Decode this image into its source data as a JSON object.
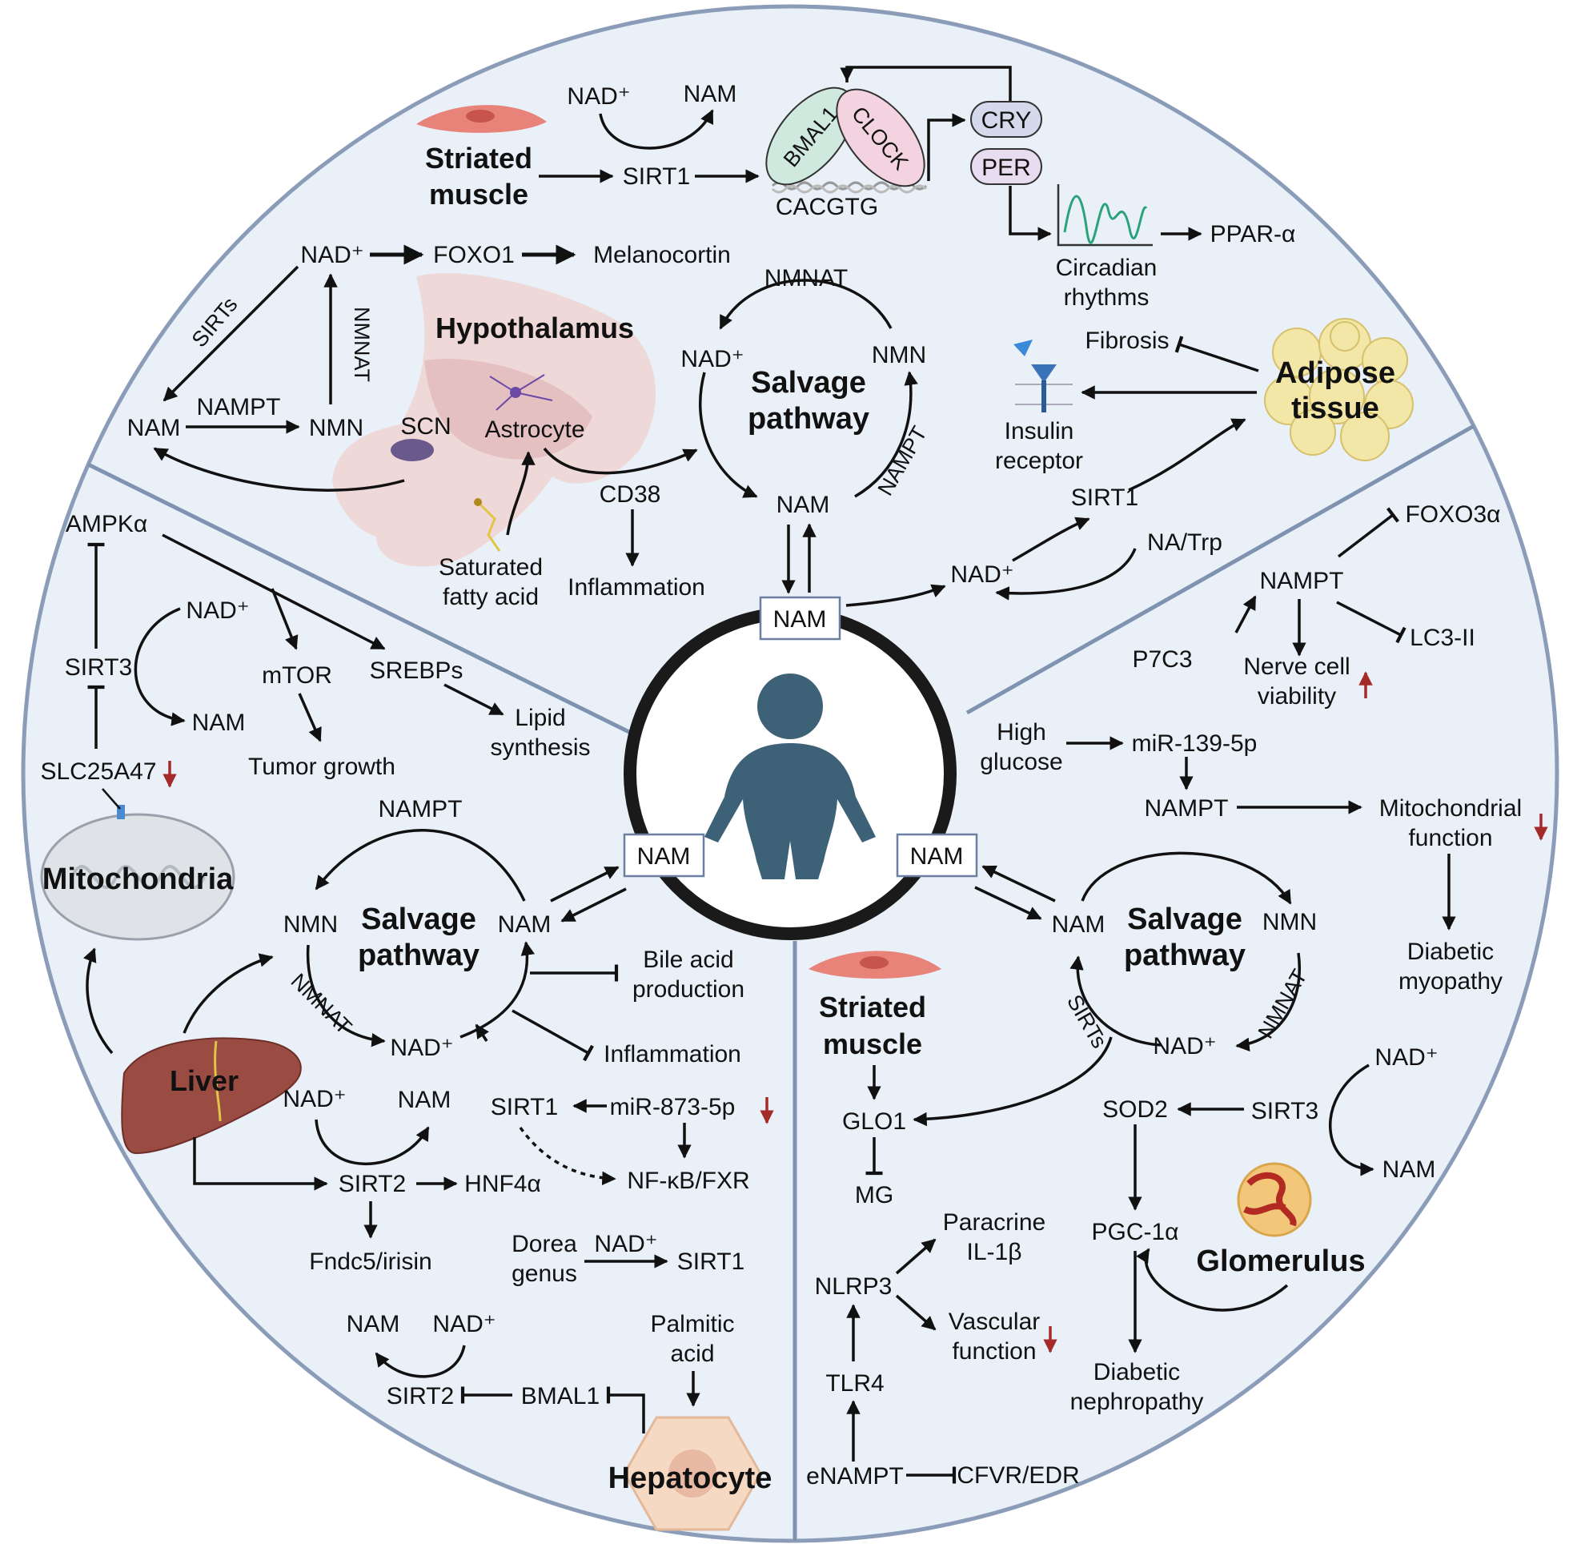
{
  "center": {
    "nam_top": "NAM",
    "nam_left": "NAM",
    "nam_right": "NAM"
  },
  "top": {
    "striated_muscle_l1": "Striated",
    "striated_muscle_l2": "muscle",
    "nad1": "NAD⁺",
    "nam1": "NAM",
    "sirt1": "SIRT1",
    "bmal1": "BMAL1",
    "clock": "CLOCK",
    "cacgtg": "CACGTG",
    "cry": "CRY",
    "per": "PER",
    "circadian_l1": "Circadian",
    "circadian_l2": "rhythms",
    "ppar": "PPAR-α",
    "nad_hyp": "NAD⁺",
    "foxo1": "FOXO1",
    "melanocortin": "Melanocortin",
    "sirts": "SIRTs",
    "nmnat_v": "NMNAT",
    "nam_hyp": "NAM",
    "nampt_hyp": "NAMPT",
    "nmn_hyp": "NMN",
    "hypothalamus": "Hypothalamus",
    "scn": "SCN",
    "astrocyte": "Astrocyte",
    "satfat_l1": "Saturated",
    "satfat_l2": "fatty acid",
    "cd38": "CD38",
    "inflammation": "Inflammation",
    "salv_nmnat": "NMNAT",
    "salv_nad": "NAD⁺",
    "salv_nmn": "NMN",
    "salv_title_l1": "Salvage",
    "salv_title_l2": "pathway",
    "salv_nam": "NAM",
    "salv_nampt": "NAMPT"
  },
  "right": {
    "fibrosis": "Fibrosis",
    "insulin_l1": "Insulin",
    "insulin_l2": "receptor",
    "adipose_l1": "Adipose",
    "adipose_l2": "tissue",
    "sirt1": "SIRT1",
    "nad": "NAD⁺",
    "natrp": "NA/Trp",
    "foxo3a": "FOXO3α",
    "nampt": "NAMPT",
    "lc3": "LC3-II",
    "p7c3": "P7C3",
    "nerve_l1": "Nerve cell",
    "nerve_l2": "viability"
  },
  "bottom_right": {
    "highglu_l1": "High",
    "highglu_l2": "glucose",
    "mir139": "miR-139-5p",
    "nampt": "NAMPT",
    "mito_l1": "Mitochondrial",
    "mito_l2": "function",
    "diab_myo_l1": "Diabetic",
    "diab_myo_l2": "myopathy",
    "salv_nam": "NAM",
    "salv_nmn": "NMN",
    "salv_title_l1": "Salvage",
    "salv_title_l2": "pathway",
    "salv_sirts": "SIRTs",
    "salv_nmnat": "NMNAT",
    "salv_nad": "NAD⁺",
    "striated_l1": "Striated",
    "striated_l2": "muscle",
    "glo1": "GLO1",
    "mg": "MG",
    "nad2": "NAD⁺",
    "sod2": "SOD2",
    "sirt3": "SIRT3",
    "nam2": "NAM",
    "pgc": "PGC-1α",
    "glomerulus": "Glomerulus",
    "diab_neph_l1": "Diabetic",
    "diab_neph_l2": "nephropathy",
    "paracrine_l1": "Paracrine",
    "paracrine_l2": "IL-1β",
    "nlrp3": "NLRP3",
    "vascular_l1": "Vascular",
    "vascular_l2": "function",
    "tlr4": "TLR4",
    "enampt": "eNAMPT",
    "cfvr": "CFVR/EDR"
  },
  "left": {
    "ampk": "AMPKα",
    "nad": "NAD⁺",
    "sirt3": "SIRT3",
    "mtor": "mTOR",
    "srebps": "SREBPs",
    "nam": "NAM",
    "lipid_l1": "Lipid",
    "lipid_l2": "synthesis",
    "slc": "SLC25A47",
    "tumor": "Tumor growth",
    "mitochondria": "Mitochondria",
    "salv_nampt": "NAMPT",
    "salv_nmn": "NMN",
    "salv_title_l1": "Salvage",
    "salv_title_l2": "pathway",
    "salv_nam": "NAM",
    "salv_nmnat": "NMNAT",
    "salv_nad": "NAD⁺",
    "bile_l1": "Bile acid",
    "bile_l2": "production",
    "inflammation": "Inflammation",
    "liver": "Liver",
    "nad2": "NAD⁺",
    "nam2": "NAM",
    "sirt1": "SIRT1",
    "mir873": "miR-873-5p",
    "nfkb": "NF-κB/FXR",
    "sirt2": "SIRT2",
    "hnf4a": "HNF4α",
    "fndc5": "Fndc5/irisin",
    "dorea_l1": "Dorea",
    "dorea_l2": "genus",
    "dorea_nad": "NAD⁺",
    "dorea_sirt1": "SIRT1",
    "nam3": "NAM",
    "nad3": "NAD⁺",
    "palm_l1": "Palmitic",
    "palm_l2": "acid",
    "sirt2b": "SIRT2",
    "bmal1": "BMAL1",
    "hepatocyte": "Hepatocyte"
  },
  "colors": {
    "background": "#e9f0f8",
    "divider": "#7f93b0",
    "person": "#3d6278",
    "arrow_down": "#a52a2a"
  }
}
